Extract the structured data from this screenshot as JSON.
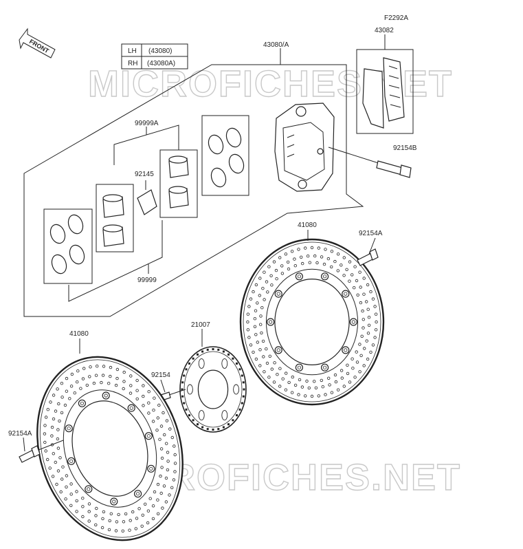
{
  "diagram_code": "F2292A",
  "direction_label": "FRONT",
  "watermark": "MICROFICHES.NET",
  "table": {
    "rows": [
      {
        "side": "LH",
        "code": "(43080)"
      },
      {
        "side": "RH",
        "code": "(43080A)"
      }
    ]
  },
  "parts": {
    "caliper_assy": "43080/A",
    "pad_set": "43082",
    "caliper_bolt": "92154B",
    "seal_kit": "99999A",
    "pad_spring": "92145",
    "piston_kit": "99999",
    "disc_right": "41080",
    "disc_bolt_right": "92154A",
    "sensor_rotor": "21007",
    "rotor_bolt": "92154",
    "disc_left": "41080",
    "disc_bolt_left": "92154A"
  }
}
